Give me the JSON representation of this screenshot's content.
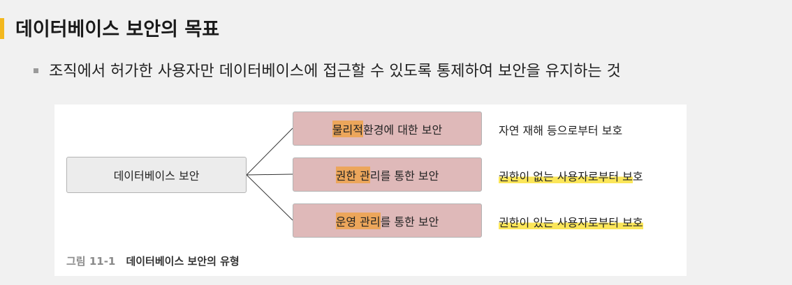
{
  "heading": {
    "title": "데이터베이스 보안의 목표",
    "accent_color": "#f3b81e"
  },
  "bullet": {
    "text": "조직에서 허가한 사용자만 데이터베이스에 접근할 수 있도록 통제하여 보안을 유지하는 것"
  },
  "diagram": {
    "root_label": "데이터베이스 보안",
    "item_color": "#dfb9b9",
    "items": [
      {
        "label_hl": "물리적",
        "label_rest": " 환경에 대한 보안",
        "desc_pre": "자연 재해 등으로부터 보호",
        "desc_hl": "",
        "desc_post": ""
      },
      {
        "label_hl": "권한 관",
        "label_rest": "리를 통한 보안",
        "desc_pre": "",
        "desc_hl": "권한이 없는 사용자로부터 보",
        "desc_post": "호"
      },
      {
        "label_hl": "운영 관리",
        "label_rest": "를 통한 보안",
        "desc_pre": "",
        "desc_hl": "권한이 있는 사용자로부터 보호",
        "desc_post": ""
      }
    ]
  },
  "caption": {
    "number": "그림 11-1",
    "text": "데이터베이스 보안의 유형"
  }
}
